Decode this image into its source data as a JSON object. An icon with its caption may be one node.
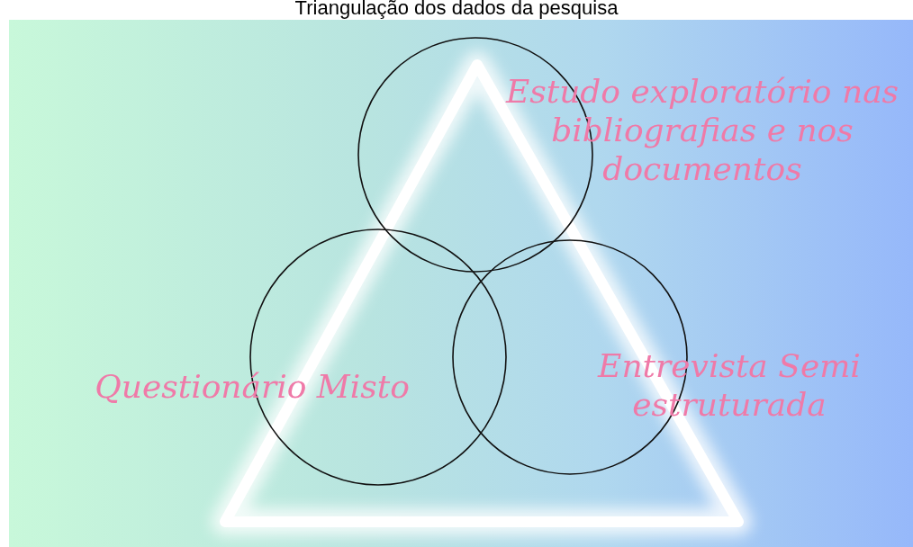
{
  "diagram": {
    "title": "Triangulação dos dados da pesquisa",
    "nodes": [
      {
        "text": [],
        "shape": "circle",
        "beside": [
          "Estudo exploratório nas bibliografias e nos documentos"
        ]
      },
      {
        "text": [],
        "shape": "circle",
        "beside": [
          "Questionário Misto"
        ]
      },
      {
        "text": [],
        "shape": "circle",
        "beside": [
          "Entrevista Semi estruturada"
        ]
      }
    ]
  }
}
